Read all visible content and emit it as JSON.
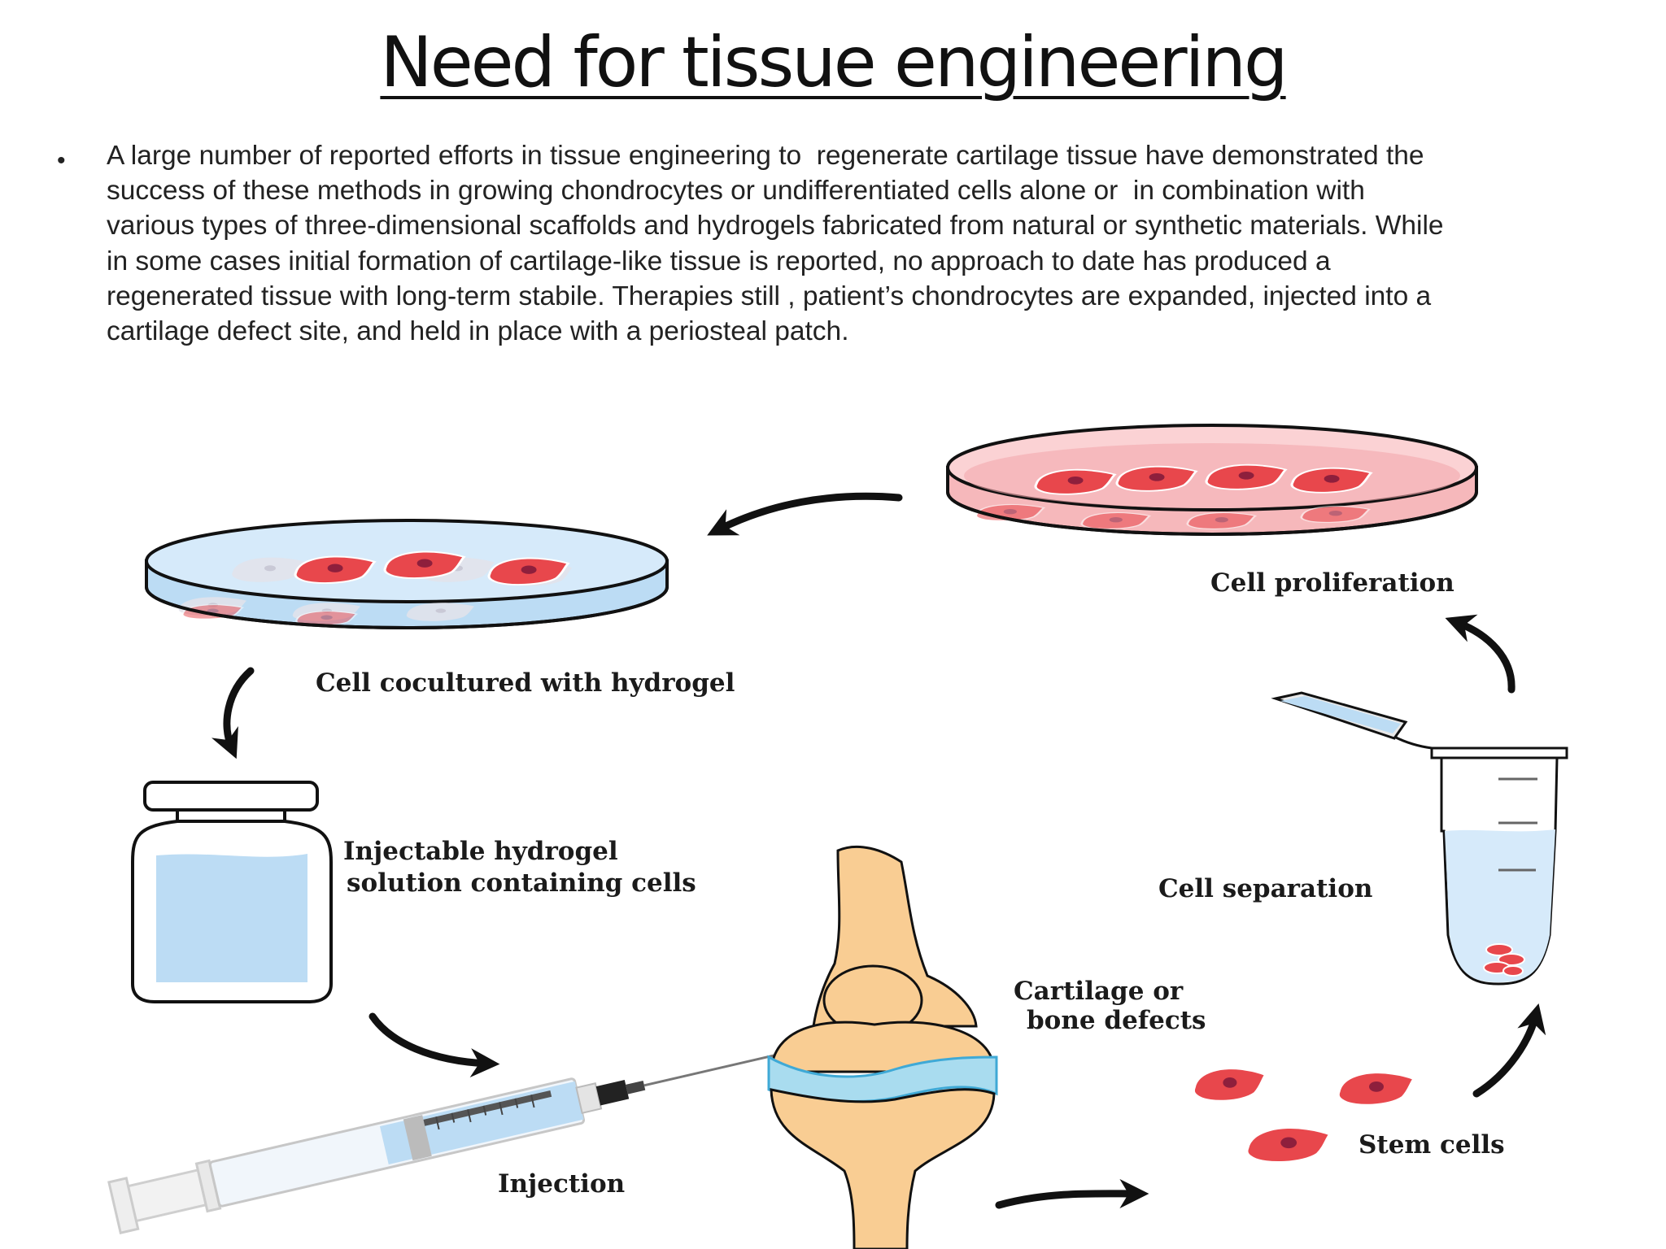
{
  "slide": {
    "title": "Need for tissue engineering",
    "bullet_symbol": "•",
    "bullet_lines": [
      "A large number of reported efforts in tissue engineering to  regenerate cartilage tissue have demonstrated the",
      "success of these methods in growing chondrocytes or undifferentiated cells alone or  in combination with",
      "various types of three-dimensional scaffolds and hydrogels fabricated from natural or synthetic materials. While",
      "in some cases initial formation of cartilage-like tissue is reported, no approach to date has produced a",
      "regenerated tissue with long-term stabile. Therapies still , patient’s chondrocytes are expanded, injected into a",
      "cartilage defect site, and held in place with a periosteal patch."
    ]
  },
  "diagram": {
    "labels": {
      "cell_proliferation": "Cell proliferation",
      "cell_cocultured": "Cell cocultured with hydrogel",
      "injectable_line1": "Injectable hydrogel",
      "injectable_line2": "solution containing cells",
      "cell_separation": "Cell separation",
      "cartilage_line1": "Cartilage or",
      "cartilage_line2": "bone defects",
      "stem_cells": "Stem cells",
      "injection": "Injection"
    },
    "colors": {
      "cell_red": "#e8474c",
      "nucleus": "#8e1f3c",
      "pink_dish": "#f6b8bb",
      "blue_liquid": "#bcdcf4",
      "bone": "#f9cd93",
      "cartilage_blue": "#a9dcef",
      "arrow": "#111111"
    }
  }
}
